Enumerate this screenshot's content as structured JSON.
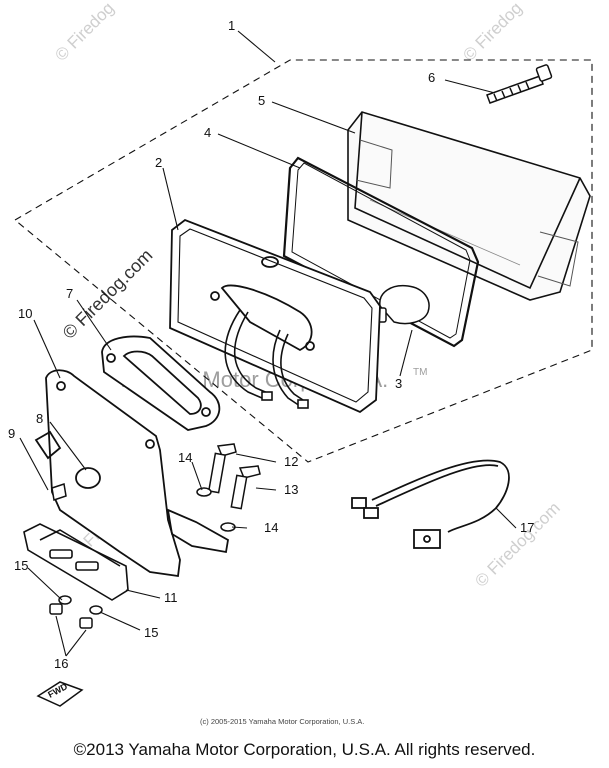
{
  "callouts": {
    "c1": "1",
    "c2": "2",
    "c3": "3",
    "c4": "4",
    "c5": "5",
    "c6": "6",
    "c7": "7",
    "c8": "8",
    "c9": "9",
    "c10": "10",
    "c11": "11",
    "c12": "12",
    "c13": "13",
    "c14a": "14",
    "c14b": "14",
    "c15a": "15",
    "c15b": "15",
    "c16": "16",
    "c17": "17"
  },
  "watermarks": {
    "firedog": "© Firedog.com",
    "firedog_short": "© Firedog",
    "center": "Yamaha Motor Corp, U.S.A."
  },
  "stamp": {
    "fwd": "FWD",
    "tm": "TM"
  },
  "inner_copyright": "(c) 2005-2015 Yamaha Motor Corporation, U.S.A.",
  "footer": "©2013 Yamaha Motor Corporation, U.S.A. All rights reserved."
}
